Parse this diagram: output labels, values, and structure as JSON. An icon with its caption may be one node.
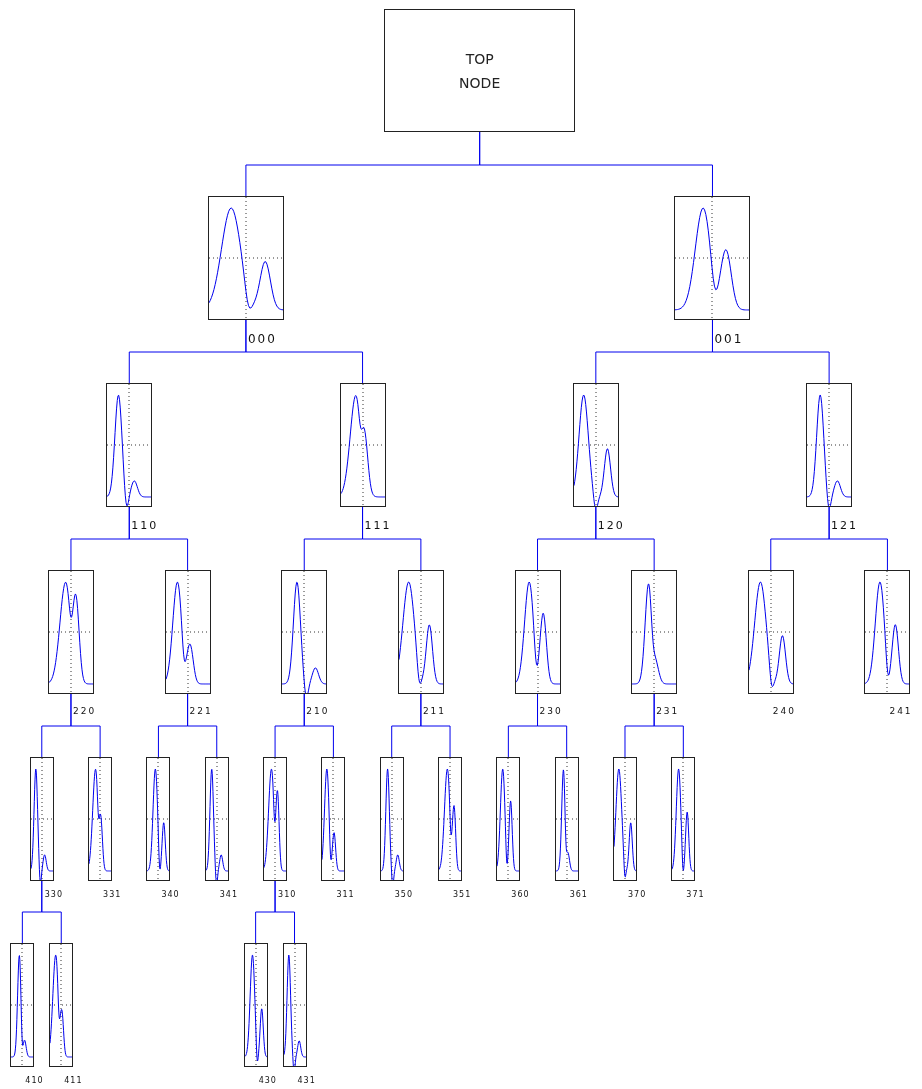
{
  "diagram": {
    "nodes": [
      {
        "text": [
          "TOP NODE"
        ]
      },
      {
        "text": [],
        "shape": "box",
        "beside": [
          "000"
        ]
      },
      {
        "text": [],
        "shape": "box",
        "beside": [
          "001"
        ]
      },
      {
        "text": [],
        "shape": "box",
        "beside": [
          "110"
        ]
      },
      {
        "text": [],
        "shape": "box",
        "beside": [
          "111"
        ]
      },
      {
        "text": [],
        "shape": "box",
        "beside": [
          "120"
        ]
      },
      {
        "text": [],
        "shape": "box",
        "beside": [
          "121"
        ]
      },
      {
        "text": [],
        "shape": "box",
        "beside": [
          "220"
        ]
      },
      {
        "text": [],
        "shape": "box",
        "beside": [
          "221"
        ]
      },
      {
        "text": [],
        "shape": "box",
        "beside": [
          "210"
        ]
      },
      {
        "text": [],
        "shape": "box",
        "beside": [
          "211"
        ]
      },
      {
        "text": [],
        "shape": "box",
        "beside": [
          "230"
        ]
      },
      {
        "text": [],
        "shape": "box",
        "beside": [
          "231"
        ]
      },
      {
        "text": [],
        "shape": "box",
        "beside": [
          "240"
        ]
      },
      {
        "text": [],
        "shape": "box",
        "beside": [
          "241"
        ]
      },
      {
        "text": [],
        "shape": "box",
        "beside": [
          "330"
        ]
      },
      {
        "text": [],
        "shape": "box",
        "beside": [
          "331"
        ]
      },
      {
        "text": [],
        "shape": "box",
        "beside": [
          "340"
        ]
      },
      {
        "text": [],
        "shape": "box",
        "beside": [
          "341"
        ]
      },
      {
        "text": [],
        "shape": "box",
        "beside": [
          "310"
        ]
      },
      {
        "text": [],
        "shape": "box",
        "beside": [
          "311"
        ]
      },
      {
        "text": [],
        "shape": "box",
        "beside": [
          "350"
        ]
      },
      {
        "text": [],
        "shape": "box",
        "beside": [
          "351"
        ]
      },
      {
        "text": [],
        "shape": "box",
        "beside": [
          "360"
        ]
      },
      {
        "text": [],
        "shape": "box",
        "beside": [
          "361"
        ]
      },
      {
        "text": [],
        "shape": "box",
        "beside": [
          "370"
        ]
      },
      {
        "text": [],
        "shape": "box",
        "beside": [
          "371"
        ]
      },
      {
        "text": [],
        "shape": "box",
        "beside": [
          "410"
        ]
      },
      {
        "text": [],
        "shape": "box",
        "beside": [
          "411"
        ]
      },
      {
        "text": [],
        "shape": "box",
        "beside": [
          "430"
        ]
      },
      {
        "text": [],
        "shape": "box",
        "beside": [
          "431"
        ]
      }
    ],
    "edges": [
      {
        "from": 0,
        "to": 1,
        "arrow": "none"
      },
      {
        "from": 0,
        "to": 2,
        "arrow": "none"
      },
      {
        "from": 1,
        "to": 3,
        "arrow": "none"
      },
      {
        "from": 1,
        "to": 4,
        "arrow": "none"
      },
      {
        "from": 2,
        "to": 5,
        "arrow": "none"
      },
      {
        "from": 2,
        "to": 6,
        "arrow": "none"
      },
      {
        "from": 3,
        "to": 7,
        "arrow": "none"
      },
      {
        "from": 3,
        "to": 8,
        "arrow": "none"
      },
      {
        "from": 4,
        "to": 9,
        "arrow": "none"
      },
      {
        "from": 4,
        "to": 10,
        "arrow": "none"
      },
      {
        "from": 5,
        "to": 11,
        "arrow": "none"
      },
      {
        "from": 5,
        "to": 12,
        "arrow": "none"
      },
      {
        "from": 6,
        "to": 13,
        "arrow": "none"
      },
      {
        "from": 6,
        "to": 14,
        "arrow": "none"
      },
      {
        "from": 7,
        "to": 15,
        "arrow": "none"
      },
      {
        "from": 7,
        "to": 16,
        "arrow": "none"
      },
      {
        "from": 8,
        "to": 17,
        "arrow": "none"
      },
      {
        "from": 8,
        "to": 18,
        "arrow": "none"
      },
      {
        "from": 9,
        "to": 19,
        "arrow": "none"
      },
      {
        "from": 9,
        "to": 20,
        "arrow": "none"
      },
      {
        "from": 10,
        "to": 21,
        "arrow": "none"
      },
      {
        "from": 10,
        "to": 22,
        "arrow": "none"
      },
      {
        "from": 11,
        "to": 23,
        "arrow": "none"
      },
      {
        "from": 11,
        "to": 24,
        "arrow": "none"
      },
      {
        "from": 12,
        "to": 25,
        "arrow": "none"
      },
      {
        "from": 12,
        "to": 26,
        "arrow": "none"
      },
      {
        "from": 15,
        "to": 27,
        "arrow": "none"
      },
      {
        "from": 15,
        "to": 28,
        "arrow": "none"
      },
      {
        "from": 19,
        "to": 29,
        "arrow": "none"
      },
      {
        "from": 19,
        "to": 30,
        "arrow": "none"
      }
    ]
  }
}
